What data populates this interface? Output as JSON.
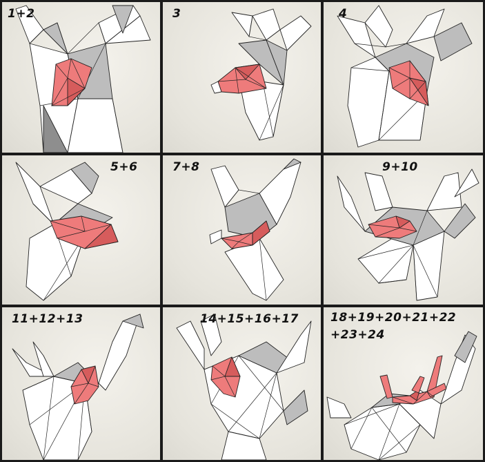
{
  "panels": [
    {
      "label": "1+2"
    },
    {
      "label": "3"
    },
    {
      "label": "4"
    },
    {
      "label": "5+6"
    },
    {
      "label": "7+8"
    },
    {
      "label": "9+10"
    },
    {
      "label": "11+12+13"
    },
    {
      "label": "14+15+16+17"
    },
    {
      "label": "18+19+20+21+22",
      "label2": "+23+24"
    }
  ],
  "colors": {
    "highlight": "#ee7b7b",
    "paper": "#ffffff",
    "shadow": "#bdbdbd",
    "border": "#1a1a1a"
  }
}
